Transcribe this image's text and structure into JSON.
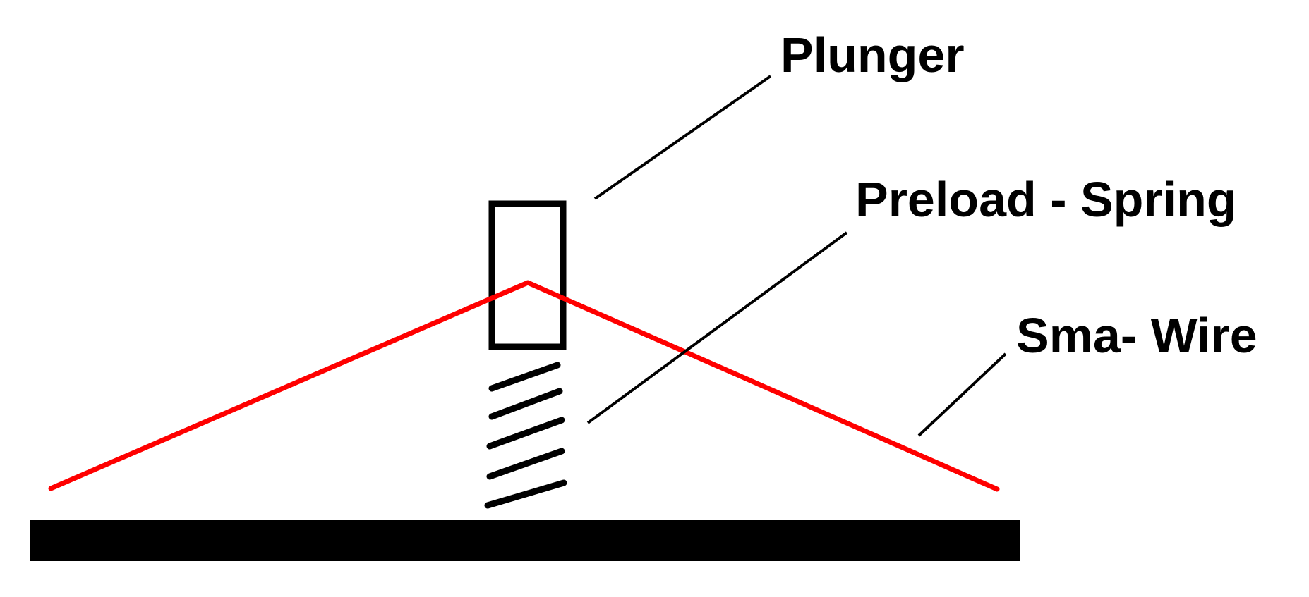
{
  "labels": {
    "plunger": "Plunger",
    "preload_spring": "Preload - Spring",
    "sma_wire": "Sma- Wire"
  },
  "colors": {
    "background": "#ffffff",
    "ink": "#000000",
    "wire": "#ff0000"
  }
}
